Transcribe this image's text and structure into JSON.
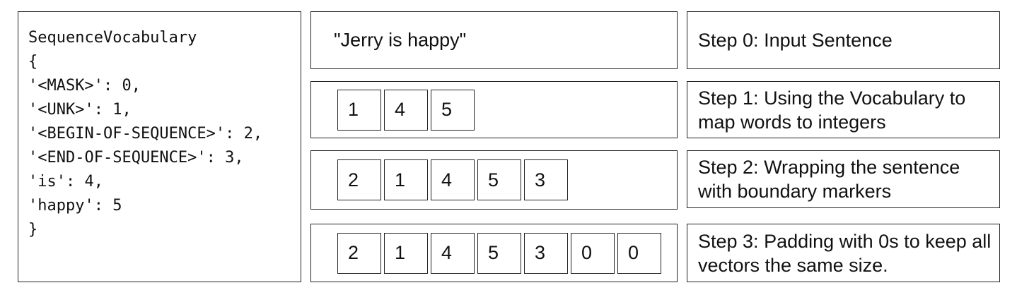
{
  "vocabulary": {
    "lines": [
      "SequenceVocabulary",
      "{",
      "'<MASK>': 0,",
      "'<UNK>': 1,",
      "'<BEGIN-OF-SEQUENCE>': 2,",
      "'<END-OF-SEQUENCE>': 3,",
      "'is': 4,",
      "'happy': 5",
      "}"
    ]
  },
  "steps": [
    {
      "id": "step0",
      "sentence": "\"Jerry is happy\"",
      "tokens": [],
      "label": "Step 0: Input Sentence"
    },
    {
      "id": "step1",
      "sentence": "",
      "tokens": [
        "1",
        "4",
        "5"
      ],
      "label": "Step 1: Using the Vocabulary to map words to integers"
    },
    {
      "id": "step2",
      "sentence": "",
      "tokens": [
        "2",
        "1",
        "4",
        "5",
        "3"
      ],
      "label": "Step 2: Wrapping the sentence with boundary markers"
    },
    {
      "id": "step3",
      "sentence": "",
      "tokens": [
        "2",
        "1",
        "4",
        "5",
        "3",
        "0",
        "0"
      ],
      "label": "Step 3: Padding with 0s to keep all vectors the same size."
    }
  ]
}
